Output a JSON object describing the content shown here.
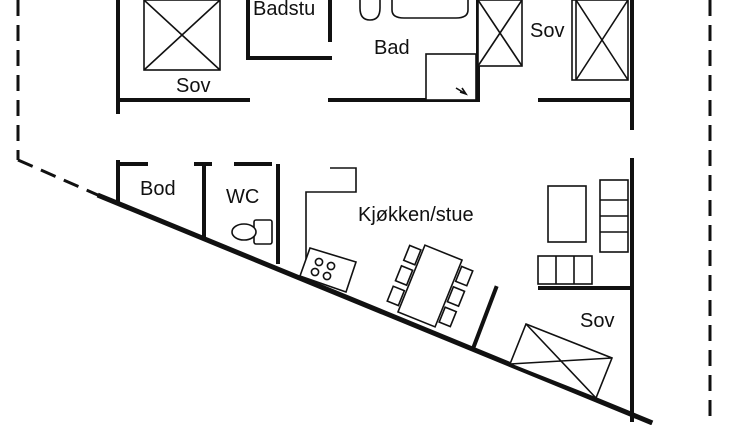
{
  "floor_plan": {
    "rooms": {
      "sauna": "Badstu",
      "bedroom_top_left": "Sov",
      "bathroom": "Bad",
      "bedroom_top_right": "Sov",
      "storage": "Bod",
      "toilet": "WC",
      "kitchen_living": "Kjøkken/stue",
      "bedroom_bottom_right": "Sov"
    }
  }
}
